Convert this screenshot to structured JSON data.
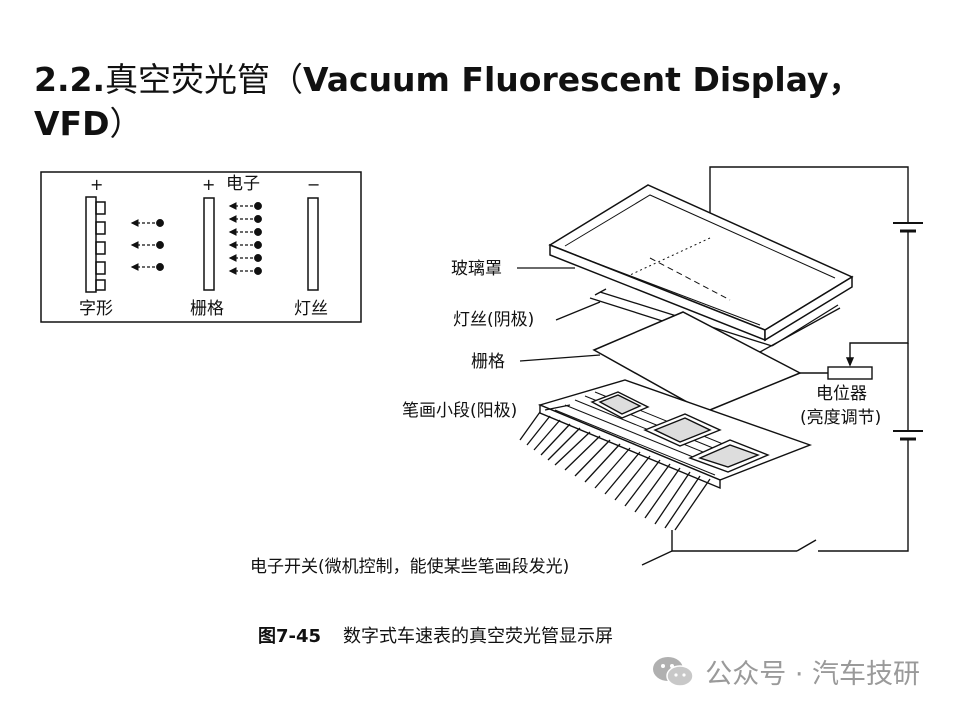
{
  "title": {
    "number": "2.2.",
    "cn": "真空荧光管",
    "open_paren": "（",
    "en": "Vacuum Fluorescent Display，",
    "abbr": "VFD",
    "close_paren": "）"
  },
  "schematic": {
    "plus_left": "+",
    "plus_mid": "+",
    "electron": "电子",
    "minus": "−",
    "anode": "字形",
    "grid": "栅格",
    "filament": "灯丝"
  },
  "callouts": {
    "glass_cover": "玻璃罩",
    "filament_cathode": "灯丝(阴极)",
    "grid": "栅格",
    "segment_anode": "笔画小段(阳极)",
    "potentiometer": "电位器",
    "brightness": "(亮度调节)",
    "switch": "电子开关(微机控制，能使某些笔画段发光)"
  },
  "caption": {
    "fig_no": "图7-45",
    "text": "数字式车速表的真空荧光管显示屏"
  },
  "watermark": {
    "icon": "wechat-icon",
    "text": "公众号 · 汽车技研"
  }
}
